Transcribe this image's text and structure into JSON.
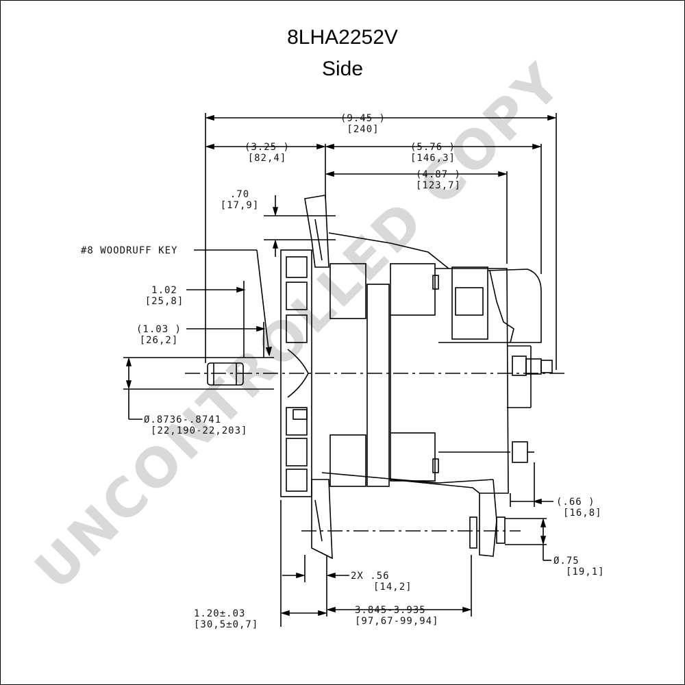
{
  "header": {
    "part_number": "8LHA2252V",
    "view": "Side"
  },
  "watermark": {
    "text": "UNCONTROLLED COPY",
    "color": "#d9d9d9"
  },
  "dimensions": {
    "overall_in": "(9.45 )",
    "overall_mm": "[240]",
    "front_in": "(3.25 )",
    "front_mm": "[82,4]",
    "rear_in": "(5.76 )",
    "rear_mm": "[146,3]",
    "body_in": "(4.87 )",
    "body_mm": "[123,7]",
    "flange_in": ".70",
    "flange_mm": "[17,9]",
    "key_label": "#8 WOODRUFF KEY",
    "pulley_a_in": "1.02",
    "pulley_a_mm": "[25,8]",
    "pulley_b_in": "(1.03 )",
    "pulley_b_mm": "[26,2]",
    "shaft_dia_in": "Ø.8736-.8741",
    "shaft_dia_mm": "[22,190-22,203]",
    "terminal_in": "(.66 )",
    "terminal_mm": "[16,8]",
    "mount_dia_in": "Ø.75",
    "mount_dia_mm": "[19,1]",
    "slot_in": "2X .56",
    "slot_mm": "[14,2]",
    "offset_in": "1.20±.03",
    "offset_mm": "[30,5±0,7]",
    "mount_len_in": "3.845-3.935",
    "mount_len_mm": "[97,67-99,94]"
  }
}
